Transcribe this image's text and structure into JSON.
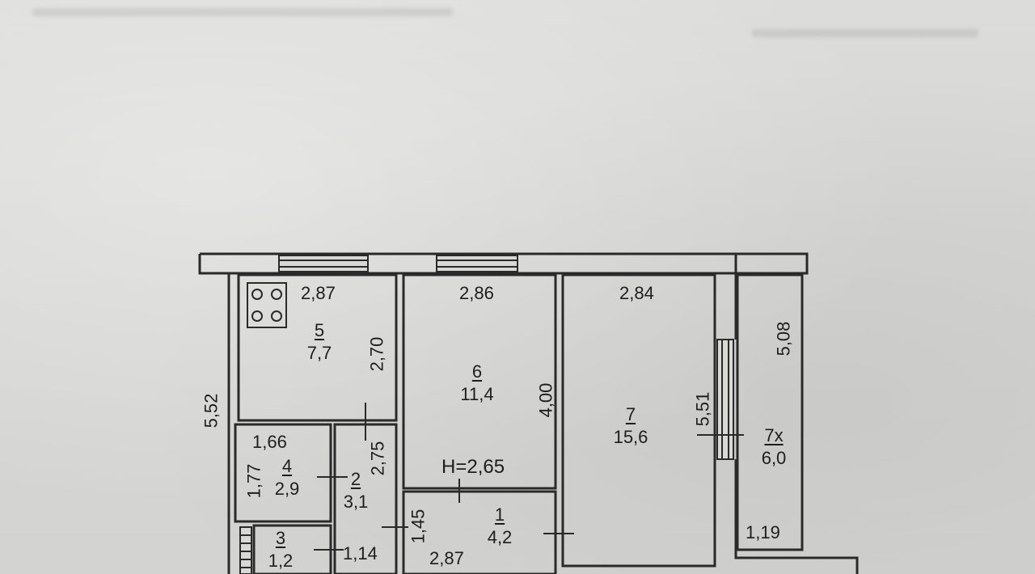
{
  "plan": {
    "ceiling_height": "H=2,65",
    "rooms": [
      {
        "id": "5",
        "area": "7,7"
      },
      {
        "id": "6",
        "area": "11,4"
      },
      {
        "id": "7",
        "area": "15,6"
      },
      {
        "id": "7x",
        "area": "6,0"
      },
      {
        "id": "4",
        "area": "2,9"
      },
      {
        "id": "2",
        "area": "3,1"
      },
      {
        "id": "1",
        "area": "4,2"
      },
      {
        "id": "3",
        "area": "1,2"
      }
    ],
    "dimensions": {
      "kitchen_width": "2,87",
      "room6_width": "2,86",
      "room7_width": "2,84",
      "overall_depth": "5,52",
      "kitchen_depth": "2,70",
      "room6_depth": "4,00",
      "room7_depth": "5,51",
      "balcony_length": "5,08",
      "balcony_width": "1,19",
      "room4_width": "1,66",
      "room4_depth": "1,77",
      "room2_depth": "2,75",
      "room1_depth": "1,45",
      "room1_width": "2,87",
      "room3_width": "1,14"
    },
    "stove_icon": "stove-icon"
  }
}
